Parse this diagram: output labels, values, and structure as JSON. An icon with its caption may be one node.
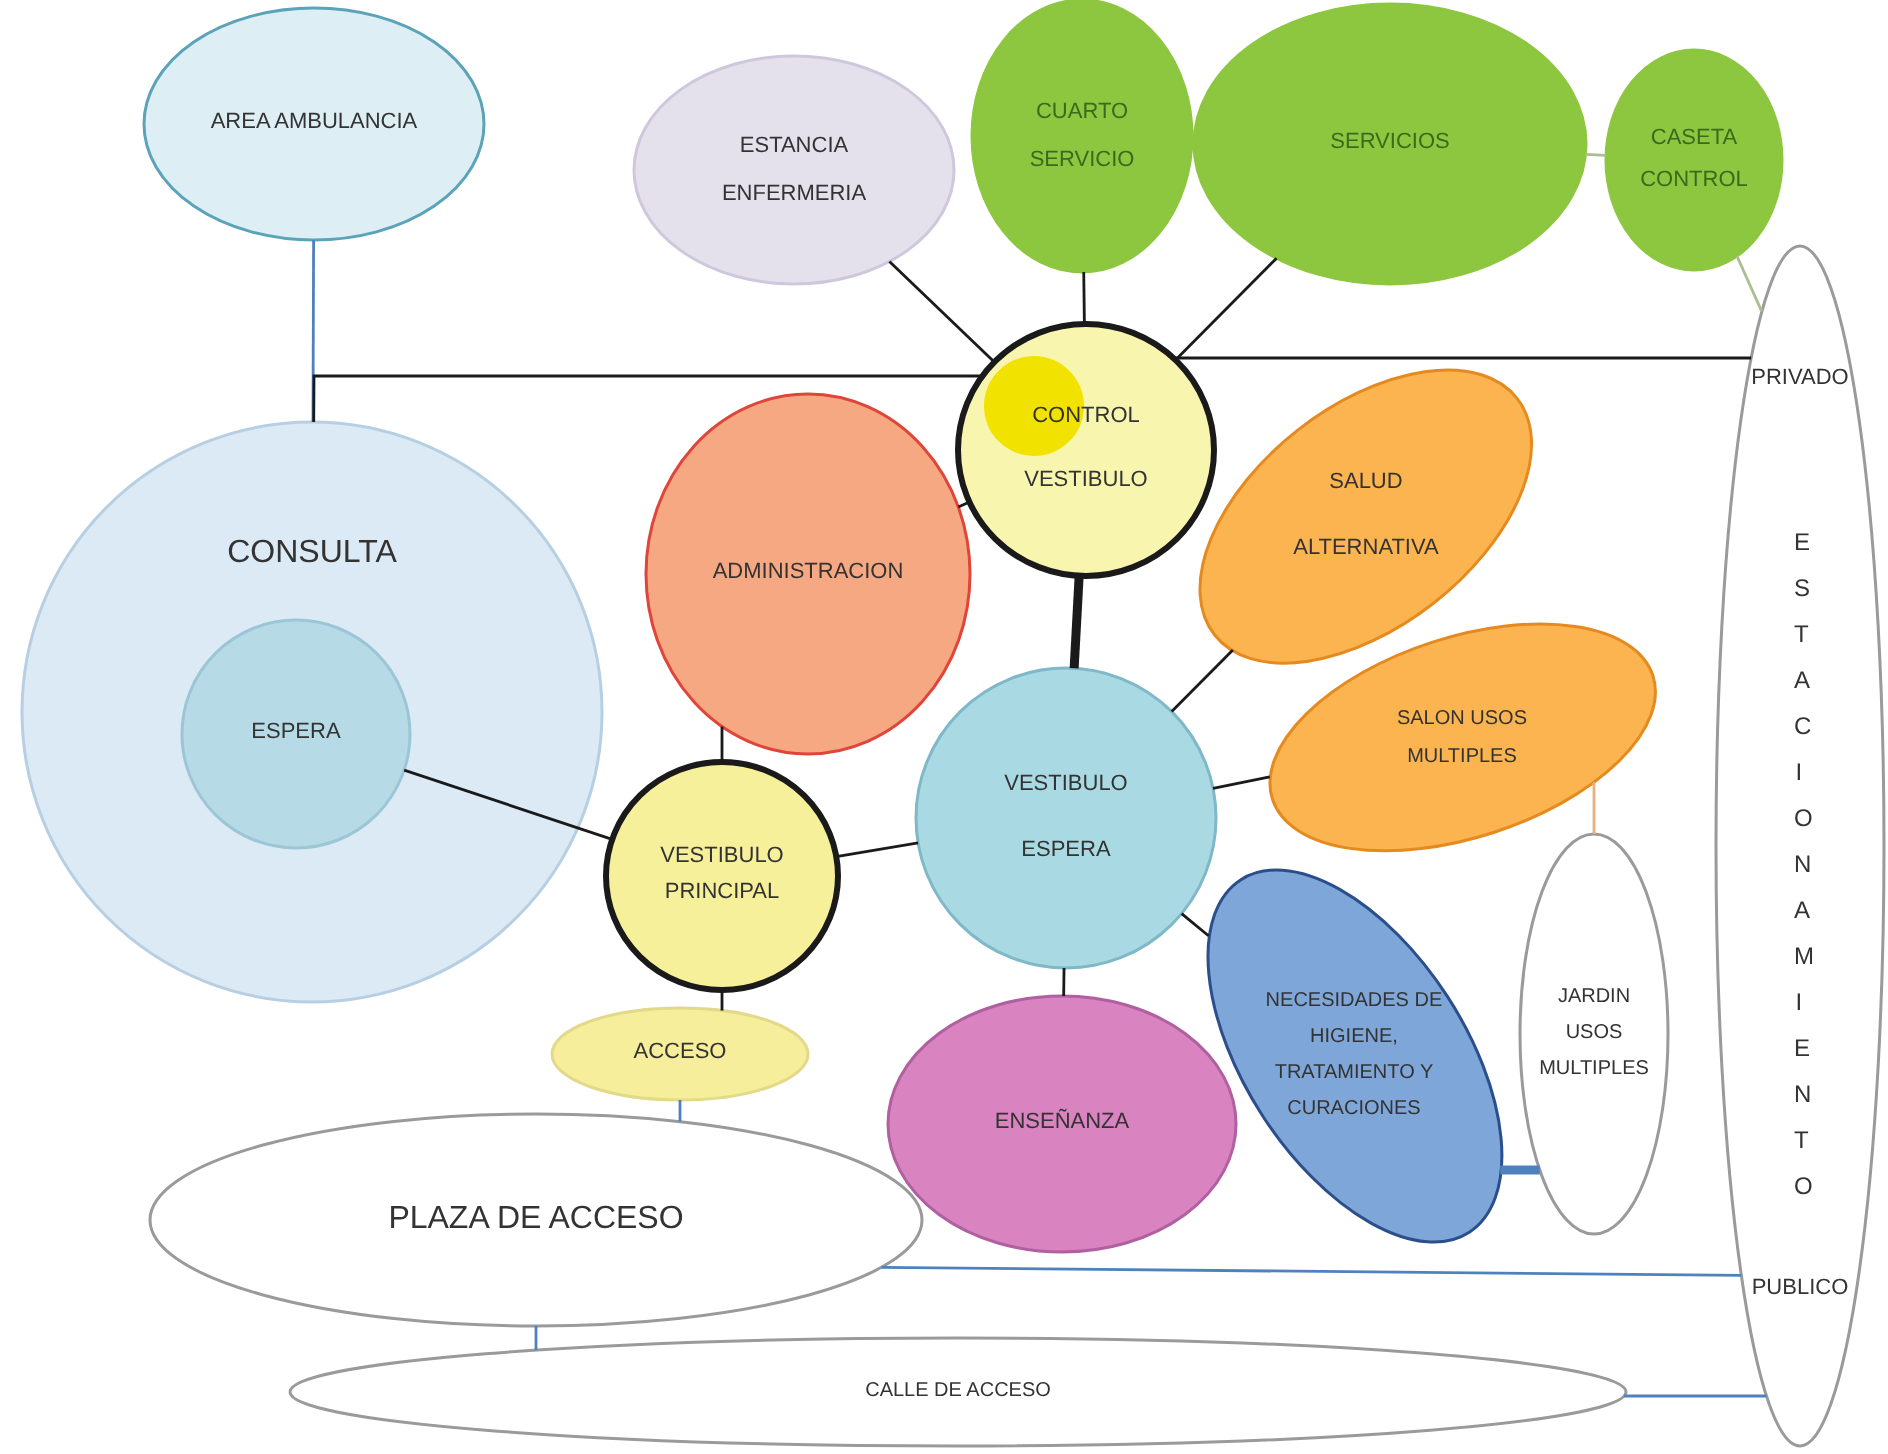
{
  "diagram": {
    "nodes": [
      {
        "text": [
          "AREA AMBULANCIA"
        ]
      },
      {
        "text": [
          "ESTANCIA ENFERMERIA"
        ]
      },
      {
        "text": [
          "CUARTO SERVICIO"
        ]
      },
      {
        "text": [
          "SERVICIOS"
        ]
      },
      {
        "text": [
          "CASETA CONTROL"
        ]
      },
      {
        "text": [
          "PRIVADO",
          "ESTACIONAMIENTO",
          "PUBLICO"
        ]
      },
      {
        "text": [
          "CONTROL VESTIBULO"
        ]
      },
      {
        "text": [
          "SALUD ALTERNATIVA"
        ]
      },
      {
        "text": [
          "CONSULTA"
        ]
      },
      {
        "text": [
          "ESPERA"
        ],
        "in": 8
      },
      {
        "text": [
          "ADMINISTRACION"
        ]
      },
      {
        "text": [
          "SALON USOS MULTIPLES"
        ]
      },
      {
        "text": [
          "VESTIBULO ESPERA"
        ]
      },
      {
        "text": [
          "VESTIBULO PRINCIPAL"
        ]
      },
      {
        "text": [
          "NECESIDADES DE HIGIENE, TRATAMIENTO Y CURACIONES"
        ]
      },
      {
        "text": [
          "JARDIN USOS MULTIPLES"
        ]
      },
      {
        "text": [
          "ACCESO"
        ]
      },
      {
        "text": [
          "ENSEÑANZA"
        ]
      },
      {
        "text": [
          "PLAZA DE ACCESO"
        ]
      },
      {
        "text": [
          "CALLE DE ACCESO"
        ]
      }
    ],
    "edges": [
      {
        "from": 0,
        "to": 8,
        "arrow": "none",
        "color": "#4f81bd"
      },
      {
        "from": 8,
        "to": 6,
        "arrow": "none"
      },
      {
        "from": 6,
        "to": 5,
        "arrow": "none"
      },
      {
        "from": 1,
        "to": 6,
        "arrow": "none"
      },
      {
        "from": 2,
        "to": 6,
        "arrow": "none"
      },
      {
        "from": 3,
        "to": 6,
        "arrow": "none"
      },
      {
        "from": 4,
        "to": 3,
        "arrow": "none",
        "color": "#a9bf8f"
      },
      {
        "from": 4,
        "to": 5,
        "arrow": "none",
        "color": "#a9bf8f"
      },
      {
        "from": 6,
        "to": 10,
        "arrow": "none"
      },
      {
        "from": 6,
        "to": 12,
        "arrow": "none",
        "style": "thick"
      },
      {
        "from": 10,
        "to": 13,
        "arrow": "none"
      },
      {
        "from": 9,
        "to": 13,
        "arrow": "none"
      },
      {
        "from": 13,
        "to": 12,
        "arrow": "none"
      },
      {
        "from": 12,
        "to": 7,
        "arrow": "none"
      },
      {
        "from": 12,
        "to": 11,
        "arrow": "none"
      },
      {
        "from": 12,
        "to": 14,
        "arrow": "none"
      },
      {
        "from": 12,
        "to": 17,
        "arrow": "none"
      },
      {
        "from": 13,
        "to": 16,
        "arrow": "none"
      },
      {
        "from": 16,
        "to": 18,
        "arrow": "none",
        "color": "#4f81bd"
      },
      {
        "from": 18,
        "to": 19,
        "arrow": "none",
        "color": "#4f81bd"
      },
      {
        "from": 18,
        "to": 5,
        "arrow": "none",
        "color": "#4f81bd"
      },
      {
        "from": 19,
        "to": 5,
        "arrow": "none",
        "color": "#4f81bd"
      },
      {
        "from": 14,
        "to": 15,
        "arrow": "none",
        "style": "thick",
        "color": "#4f81bd"
      },
      {
        "from": 11,
        "to": 15,
        "arrow": "none",
        "color": "#e8b07a"
      }
    ]
  }
}
